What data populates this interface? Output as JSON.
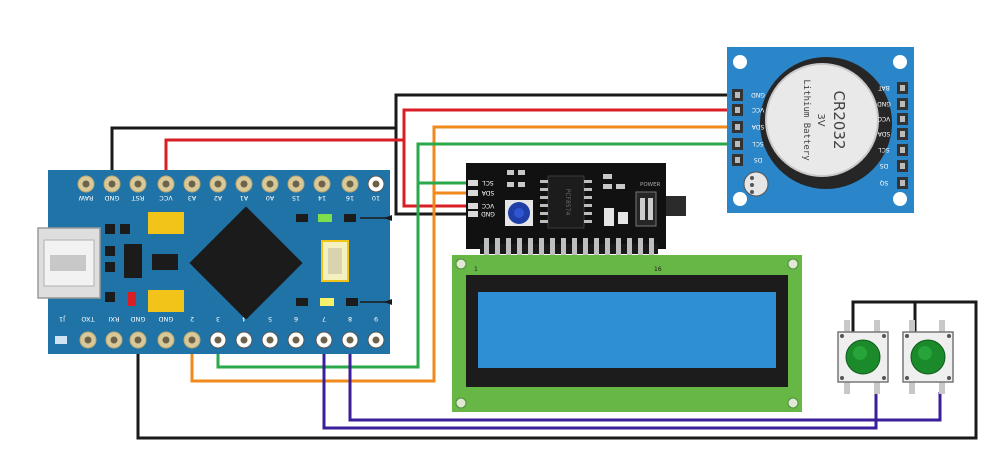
{
  "arduino": {
    "top_pins": [
      "RAW",
      "GND",
      "RST",
      "VCC",
      "A3",
      "A2",
      "A1",
      "A0",
      "15",
      "14",
      "16",
      "10"
    ],
    "bottom_pins": [
      "J1",
      "TXO",
      "RXI",
      "GND",
      "GND",
      "2",
      "3",
      "4",
      "5",
      "6",
      "7",
      "8",
      "9"
    ]
  },
  "i2c_backpack": {
    "pins": [
      "SCL",
      "SDA",
      "VCC",
      "GND"
    ],
    "chip": "PCF8574",
    "power_label": "POWER"
  },
  "rtc_module": {
    "battery_model": "CR2032",
    "battery_voltage": "3V",
    "battery_type": "Lithium Battery",
    "left_pins": [
      "GND",
      "VCC",
      "SDA",
      "SCL",
      "DS"
    ],
    "right_pins": [
      "BAT",
      "GND",
      "VCC",
      "SDA",
      "SCL",
      "DS",
      "SQ"
    ]
  },
  "lcd": {
    "pin_first": "1",
    "pin_last": "16"
  },
  "colors": {
    "board_blue": "#1f73a6",
    "rtc_blue": "#2a86c8",
    "lcd_green": "#67b747",
    "lcd_screen": "#2f8fd5",
    "button_cap": "#1a8a2a",
    "wire_black": "#1a1a1a",
    "wire_red": "#d81f26",
    "wire_orange": "#f08a1c",
    "wire_green": "#2aa84a",
    "wire_purple": "#3b1e9a"
  }
}
